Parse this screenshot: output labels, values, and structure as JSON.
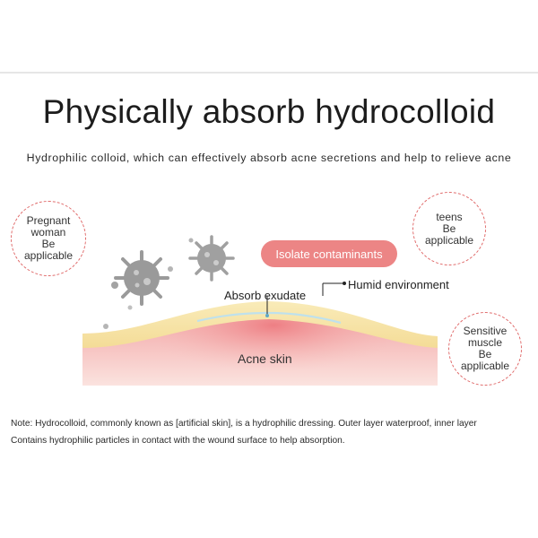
{
  "title": "Physically absorb hydrocolloid",
  "subtitle": "Hydrophilic colloid, which can effectively absorb acne secretions and help to relieve acne",
  "badges": {
    "pregnant": [
      "Pregnant",
      "woman",
      "Be",
      "applicable"
    ],
    "teens": [
      "teens",
      "Be",
      "applicable"
    ],
    "sensitive": [
      "Sensitive",
      "muscle",
      "Be",
      "applicable"
    ]
  },
  "diagram": {
    "isolate_label": "Isolate contaminants",
    "absorb_label": "Absorb exudate",
    "humid_label": "Humid environment",
    "acne_label": "Acne skin"
  },
  "note": {
    "line1": "Note: Hydrocolloid, commonly known as [artificial skin], is a hydrophilic dressing. Outer layer waterproof, inner layer",
    "line2": "Contains hydrophilic particles in contact with the wound surface to help absorption."
  },
  "colors": {
    "accent": "#ec8585",
    "dash": "#e06a6a",
    "hydrocolloid": "#f7e3a6",
    "skin": "#f3b7b7",
    "germ": "#9a9a9a"
  },
  "icons": [
    "germ-icon",
    "germ-icon",
    "arrow-line-icon"
  ]
}
